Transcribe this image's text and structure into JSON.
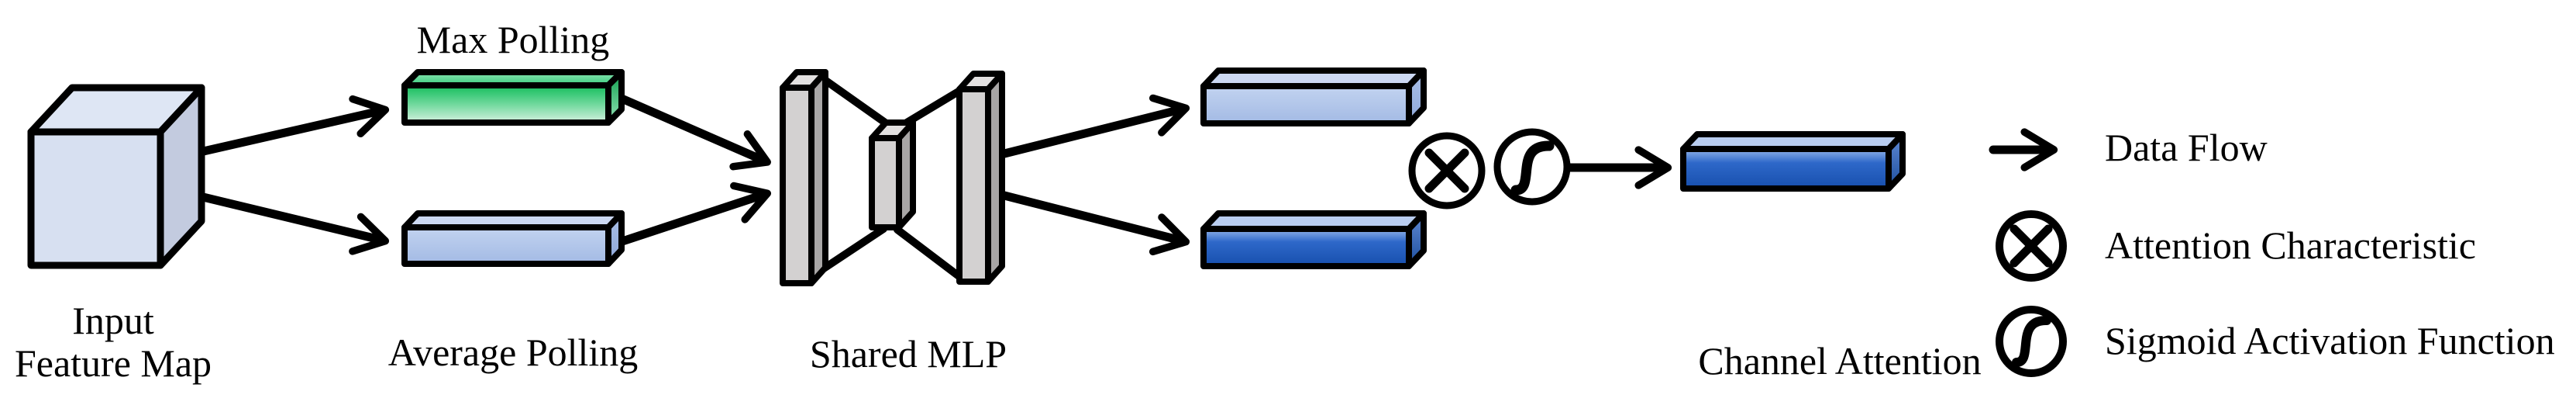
{
  "figure": {
    "input": {
      "label_line1": "Input",
      "label_line2": "Feature Map"
    },
    "max_pooling": {
      "label": "Max Polling"
    },
    "average_pooling": {
      "label": "Average Polling"
    },
    "shared_mlp": {
      "label": "Shared MLP"
    },
    "channel_attention": {
      "label": "Channel Attention"
    },
    "legend": {
      "data_flow_label": "Data Flow",
      "attention_label": "Attention Characteristic",
      "sigmoid_label": "Sigmoid Activation Function"
    },
    "icons": {
      "multiply_icon": "circle-with-x (element-wise attention)",
      "sigmoid_icon": "circle-with-s-curve (sigmoid)",
      "arrow_icon": "right-arrow (data flow)"
    },
    "colors": {
      "outline": "#000000",
      "input_cube_front": "#d7e0f1",
      "input_cube_top": "#dee6f4",
      "input_cube_side": "#c3cbdf",
      "max_pool_green_top": "#12bd5b",
      "max_pool_green_bottom": "#d5f0e0",
      "average_pool_blue": "#aec3e8",
      "attention_blue_light": "#93b5ea",
      "attention_blue_dark": "#174fad",
      "mlp_gray_front": "#d3d1d1",
      "mlp_gray_side": "#a8a6a6"
    }
  }
}
